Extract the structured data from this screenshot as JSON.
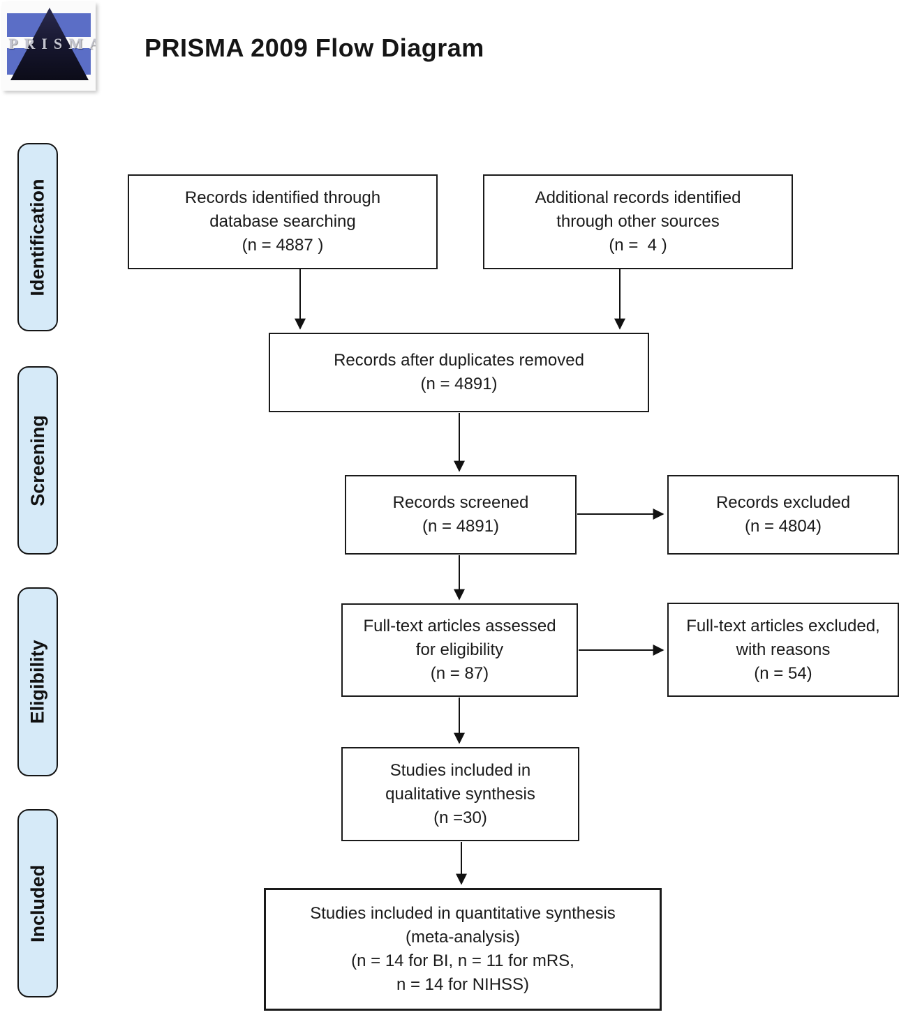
{
  "header": {
    "title": "PRISMA 2009 Flow Diagram",
    "logo_text": "PRISMA"
  },
  "sidebar": {
    "stages": [
      {
        "label": "Identification"
      },
      {
        "label": "Screening"
      },
      {
        "label": "Eligibility"
      },
      {
        "label": "Included"
      }
    ]
  },
  "boxes": {
    "records_identified": {
      "lines": [
        "Records identified through",
        "database searching",
        "(n = 4887 )"
      ]
    },
    "additional_records": {
      "lines": [
        "Additional records identified",
        "through other sources",
        "(n =  4 )"
      ]
    },
    "after_duplicates": {
      "lines": [
        "Records after duplicates removed",
        "(n = 4891)"
      ]
    },
    "records_screened": {
      "lines": [
        "Records screened",
        "(n = 4891)"
      ]
    },
    "records_excluded": {
      "lines": [
        "Records excluded",
        "(n = 4804)"
      ]
    },
    "fulltext_assessed": {
      "lines": [
        "Full-text articles assessed",
        "for eligibility",
        "(n = 87)"
      ]
    },
    "fulltext_excluded": {
      "lines": [
        "Full-text articles excluded,",
        "with reasons",
        "(n = 54)"
      ]
    },
    "qualitative_synthesis": {
      "lines": [
        "Studies included in",
        "qualitative synthesis",
        "(n =30)"
      ]
    },
    "quantitative_synthesis": {
      "lines": [
        "Studies included in quantitative synthesis",
        "(meta-analysis)",
        "(n = 14 for BI, n = 11 for mRS,",
        "n = 14 for NIHSS)"
      ]
    }
  },
  "colors": {
    "stage_fill": "#d6eaf8",
    "box_border": "#1a1a1a",
    "logo_blue": "#5b6ec6",
    "logo_triangle": "#14142a",
    "logo_letters": "#c3c4cf"
  }
}
